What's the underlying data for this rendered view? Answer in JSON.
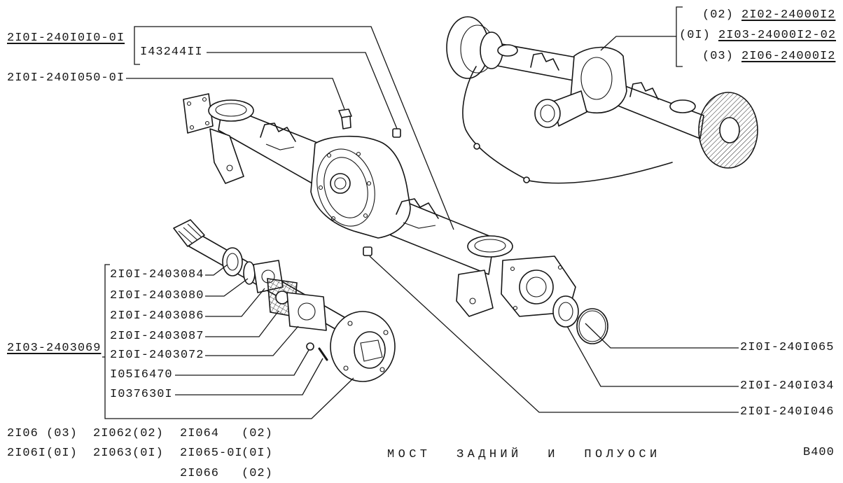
{
  "title": "МОСТ ЗАДНИЙ И ПОЛУОСИ",
  "page_code": "B400",
  "colors": {
    "ink": "#161616",
    "paper": "#ffffff"
  },
  "housing_callouts": {
    "housing_assembly": "2I0I-240I0I0-0I",
    "breather": "I43244II",
    "fitting": "2I0I-240I050-0I"
  },
  "axle_assembly_variants": [
    {
      "variant": "(02)",
      "part": "2I02-24000I2"
    },
    {
      "variant": "(0I)",
      "part": "2I03-24000I2-02"
    },
    {
      "variant": "(03)",
      "part": "2I06-24000I2"
    }
  ],
  "half_shaft": {
    "assembly": "2I03-2403069",
    "parts": [
      "2I0I-2403084",
      "2I0I-2403080",
      "2I0I-2403086",
      "2I0I-2403087",
      "2I0I-2403072",
      "I05I6470",
      "I037630I"
    ]
  },
  "right_callouts": [
    "2I0I-240I065",
    "2I0I-240I034",
    "2I0I-240I046"
  ],
  "models": {
    "col1": [
      {
        "model": "2I06",
        "code": "(03)"
      },
      {
        "model": "2I06I",
        "code": "(0I)"
      }
    ],
    "col2": [
      {
        "model": "2I062",
        "code": "(02)"
      },
      {
        "model": "2I063",
        "code": "(0I)"
      }
    ],
    "col3": [
      {
        "model": "2I064",
        "code": "(02)"
      },
      {
        "model": "2I065-0I",
        "code": "(0I)"
      },
      {
        "model": "2I066",
        "code": "(02)"
      }
    ]
  }
}
